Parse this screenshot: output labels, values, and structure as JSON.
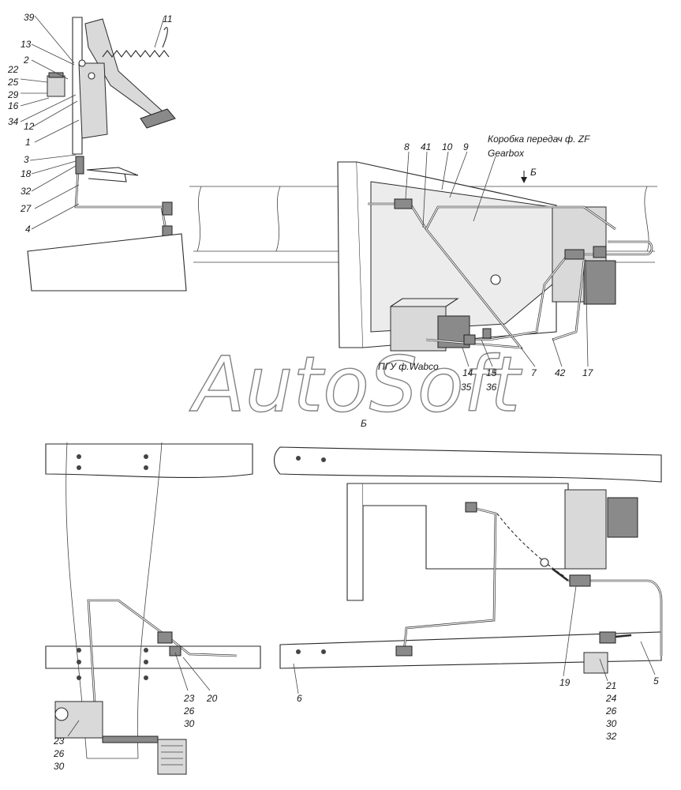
{
  "watermark": "AutoSoft",
  "captions": {
    "gearbox_ru": "Коробка передач ф. ZF",
    "gearbox_en": "Gearbox",
    "view_b_arrow": "Б",
    "view_b": "Б",
    "pgu": "ПГУ ф.Wabco"
  },
  "labels": {
    "l39": "39",
    "l13": "13",
    "l2": "2",
    "l22": "22",
    "l25": "25",
    "l29": "29",
    "l16": "16",
    "l34": "34",
    "l12": "12",
    "l1": "1",
    "l3": "3",
    "l18": "18",
    "l32a": "32",
    "l27": "27",
    "l4": "4",
    "l11": "11",
    "l8": "8",
    "l41": "41",
    "l10": "10",
    "l9": "9",
    "l14": "14",
    "l35": "35",
    "l15": "15",
    "l36": "36",
    "l7": "7",
    "l42": "42",
    "l17": "17",
    "l23a": "23",
    "l26a": "26",
    "l30a": "30",
    "l20": "20",
    "l23b": "23",
    "l26b": "26",
    "l30b": "30",
    "l6": "6",
    "l19": "19",
    "l5": "5",
    "l21": "21",
    "l24": "24",
    "l26c": "26",
    "l30c": "30",
    "l32b": "32"
  }
}
